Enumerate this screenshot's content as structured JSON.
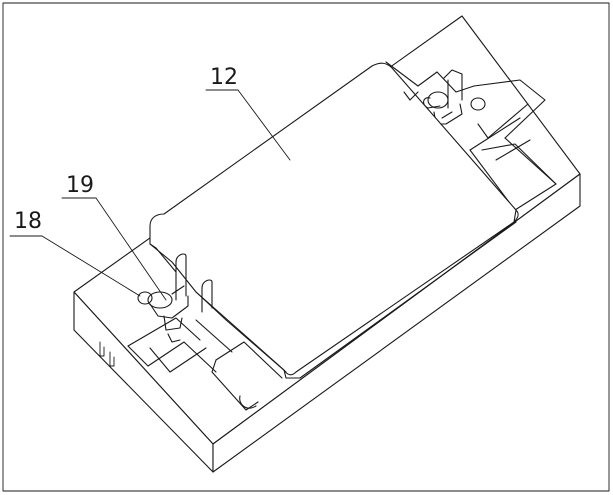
{
  "callouts": {
    "part_12": "12",
    "part_18": "18",
    "part_19": "19"
  },
  "colors": {
    "ink": "#1a1a1a",
    "paper": "#ffffff"
  }
}
